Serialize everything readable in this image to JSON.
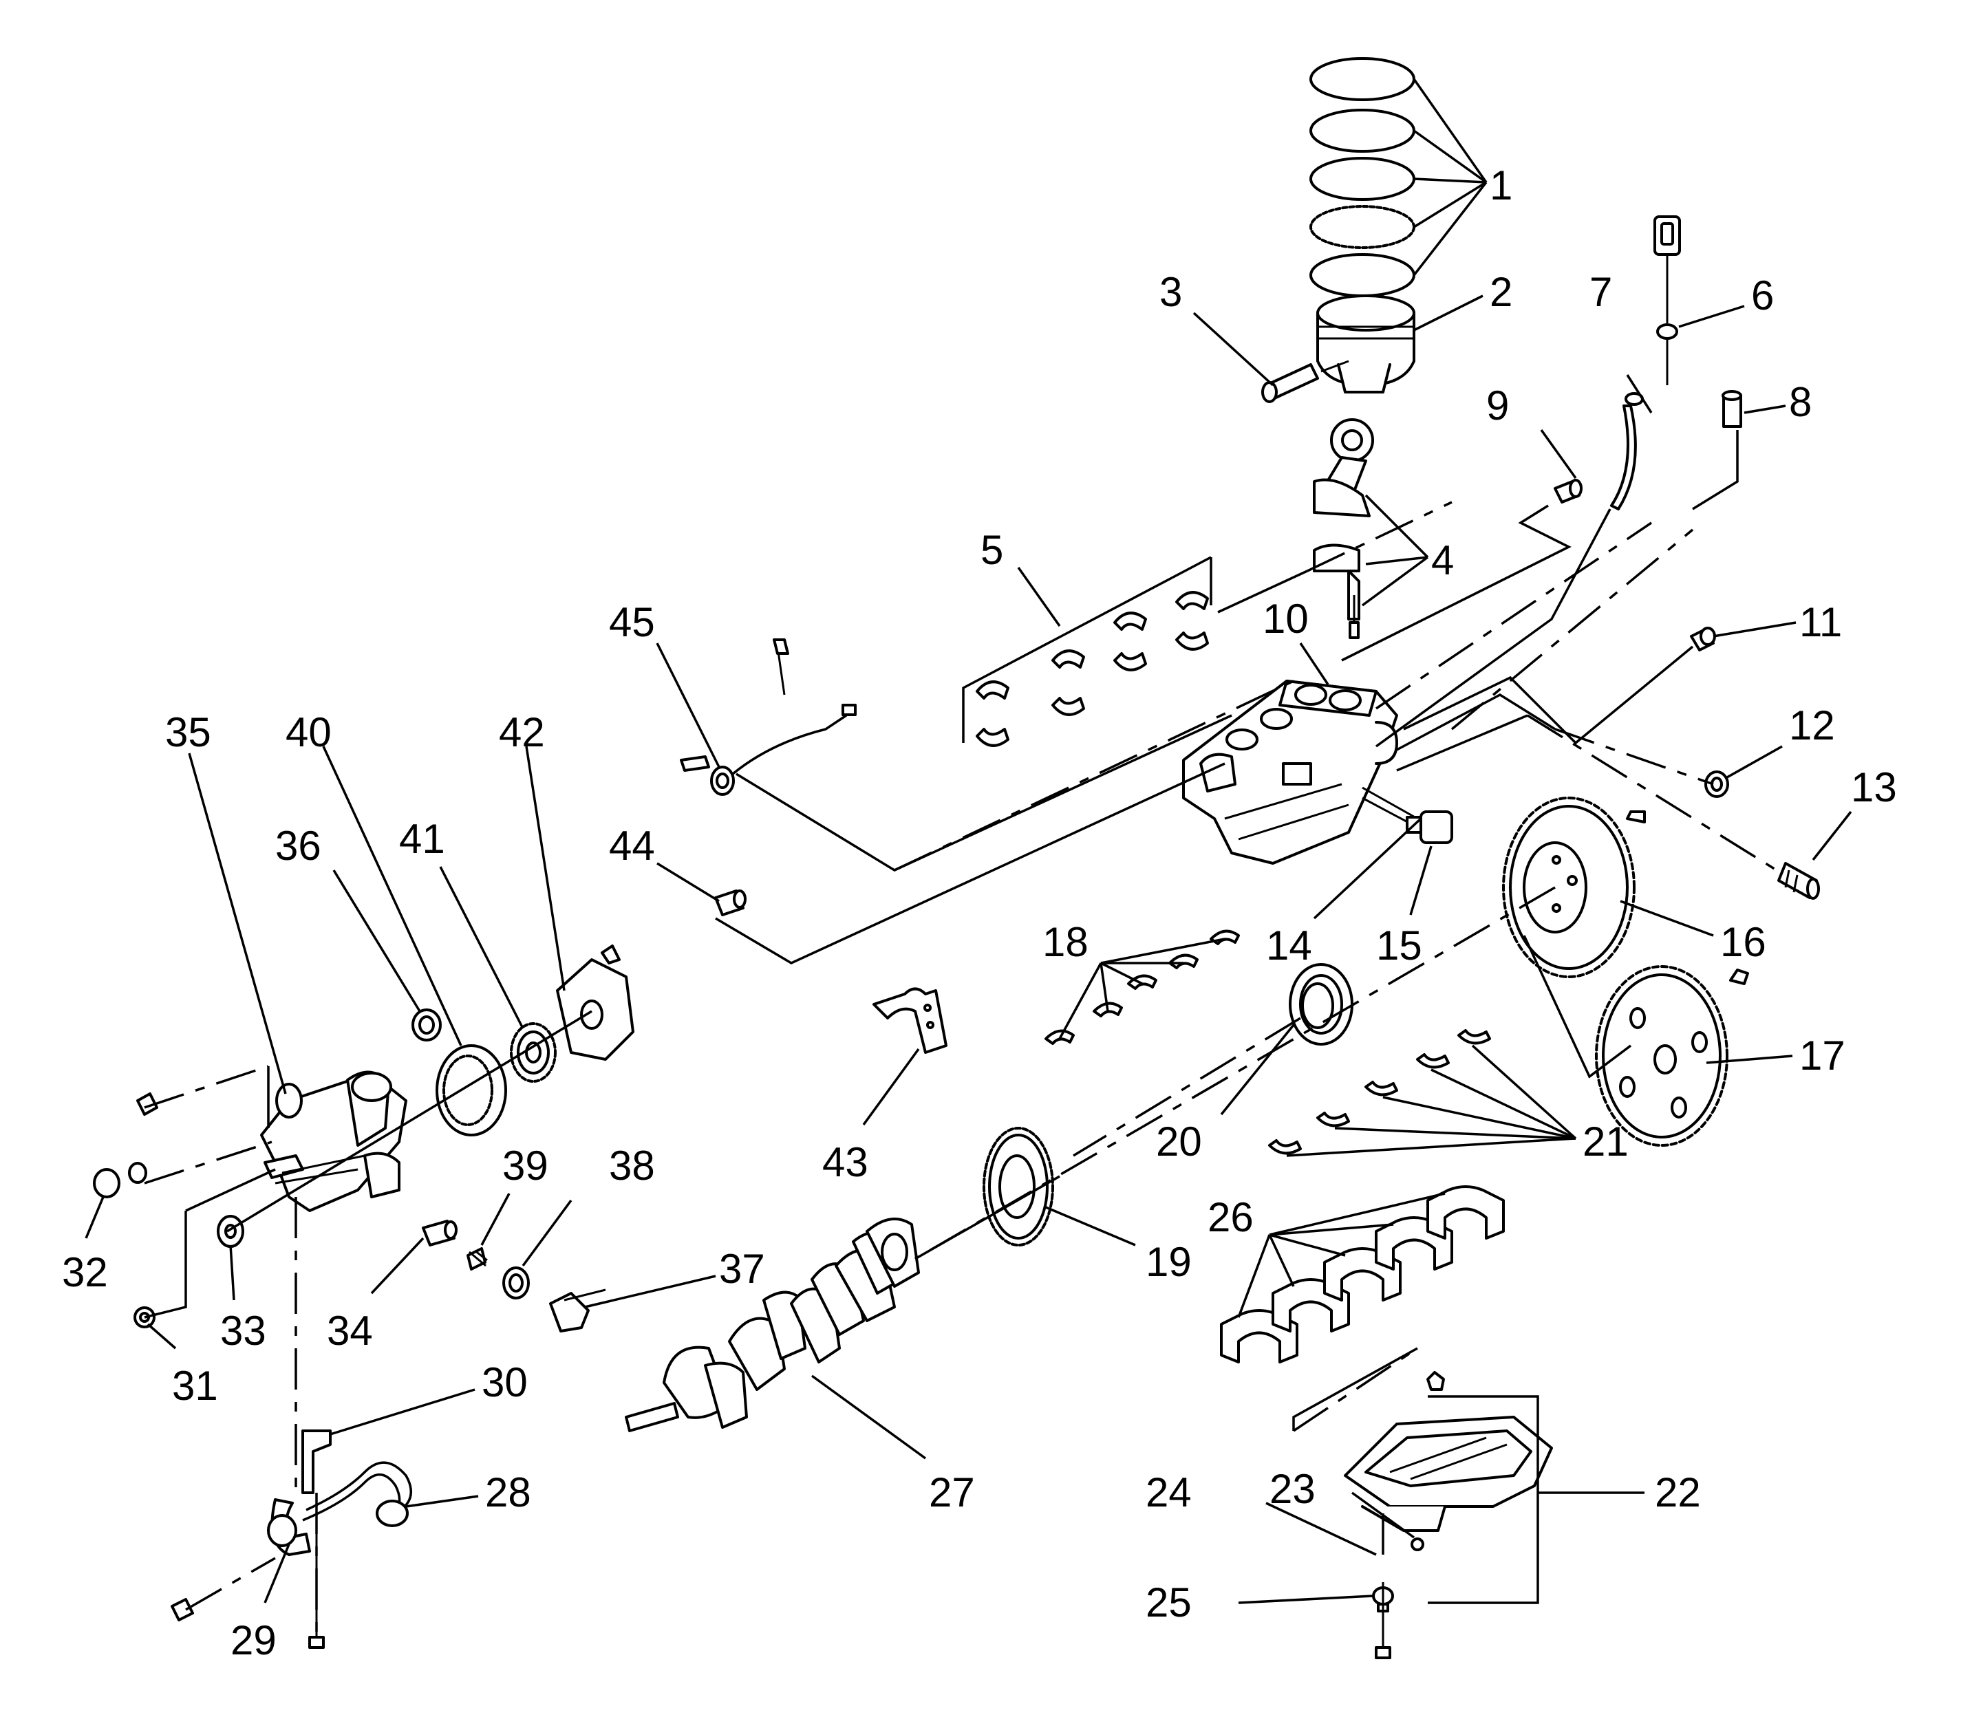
{
  "figure": {
    "background": "#ffffff",
    "line_color": "#000000"
  },
  "callouts": {
    "c1": "1",
    "c2": "2",
    "c3": "3",
    "c4": "4",
    "c5": "5",
    "c6": "6",
    "c7": "7",
    "c8": "8",
    "c9": "9",
    "c10": "10",
    "c11": "11",
    "c12": "12",
    "c13": "13",
    "c14": "14",
    "c15": "15",
    "c16": "16",
    "c17": "17",
    "c18": "18",
    "c19": "19",
    "c20": "20",
    "c21": "21",
    "c22": "22",
    "c23": "23",
    "c24": "24",
    "c25": "25",
    "c26": "26",
    "c27": "27",
    "c28": "28",
    "c29": "29",
    "c30": "30",
    "c31": "31",
    "c32": "32",
    "c33": "33",
    "c34": "34",
    "c35": "35",
    "c36": "36",
    "c37": "37",
    "c38": "38",
    "c39": "39",
    "c40": "40",
    "c41": "41",
    "c42": "42",
    "c43": "43",
    "c44": "44",
    "c45": "45"
  }
}
